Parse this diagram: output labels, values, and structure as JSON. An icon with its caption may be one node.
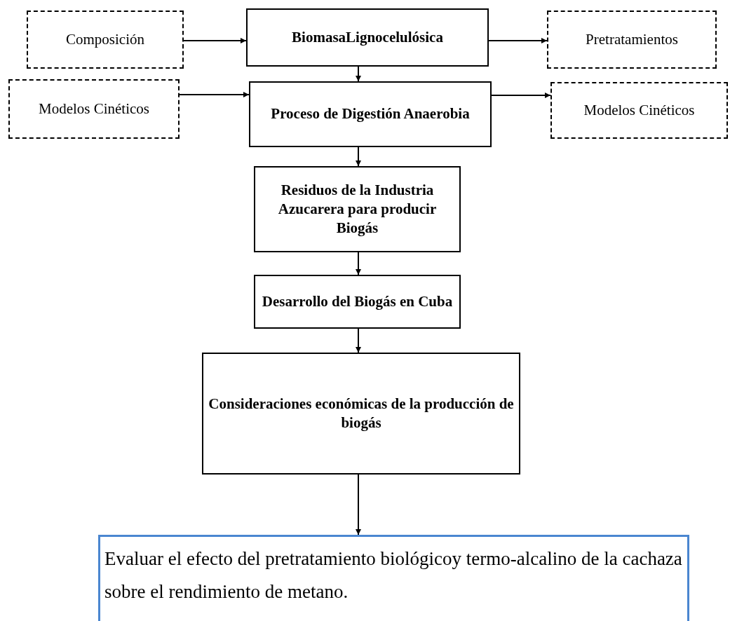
{
  "diagram": {
    "nodes": [
      {
        "text": [
          "Composición"
        ]
      },
      {
        "text": [
          "BiomasaLignocelulósica"
        ]
      },
      {
        "text": [
          "Pretratamientos"
        ]
      },
      {
        "text": [
          "Modelos Cinéticos"
        ]
      },
      {
        "text": [
          "Proceso de Digestión Anaerobia"
        ]
      },
      {
        "text": [
          "Modelos Cinéticos"
        ]
      },
      {
        "text": [
          "Residuos de la Industria Azucarera para producir Biogás"
        ]
      },
      {
        "text": [
          "Desarrollo del Biogás en Cuba"
        ]
      },
      {
        "text": [
          "Consideraciones económicas de la producción de biogás"
        ]
      },
      {
        "text": [
          "Evaluar el efecto del pretratamiento biológicoy termo-alcalino de la cachaza sobre el rendimiento de metano."
        ]
      }
    ],
    "edges": [
      {
        "from": 0,
        "to": 1,
        "arrow": "to"
      },
      {
        "from": 1,
        "to": 2,
        "arrow": "to"
      },
      {
        "from": 1,
        "to": 4,
        "arrow": "to"
      },
      {
        "from": 3,
        "to": 4,
        "arrow": "to"
      },
      {
        "from": 4,
        "to": 5,
        "arrow": "to"
      },
      {
        "from": 4,
        "to": 6,
        "arrow": "to"
      },
      {
        "from": 6,
        "to": 7,
        "arrow": "to"
      },
      {
        "from": 7,
        "to": 8,
        "arrow": "to"
      },
      {
        "from": 8,
        "to": 9,
        "arrow": "to"
      }
    ]
  }
}
